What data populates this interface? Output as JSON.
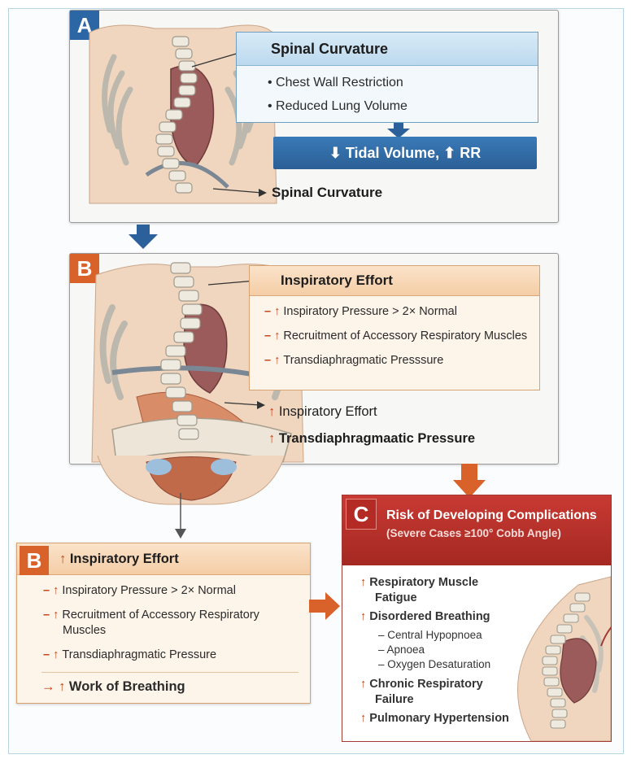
{
  "panel_a": {
    "tag": "A",
    "box_title": "Spinal Curvature",
    "bullets": [
      "Chest Wall Restriction",
      "Reduced Lung Volume"
    ],
    "result": "⬇ Tidal Volume, ⬆ RR",
    "side_label": "Spinal Curvature"
  },
  "panel_b": {
    "tag": "B",
    "box_title": "Inspiratory Effort",
    "bullets": [
      "Inspiratory Pressure > 2× Normal",
      "Recruitment of Accessory Respiratory Muscles",
      "Transdiaphragmatic  Presssure"
    ],
    "side_label_1": "Inspiratory Effort",
    "side_label_2": "Transdiaphragmaatic Pressure"
  },
  "panel_b2": {
    "tag": "B",
    "box_title": "Inspiratory Effort",
    "bullets": [
      "Inspiratory Pressure > 2× Normal",
      "Recruitment of Accessory Respiratory Muscles",
      "Transdiaphragmatic  Pressure"
    ],
    "footer": "Work of Breathing"
  },
  "panel_c": {
    "tag": "C",
    "title": "Risk of Developing Complications",
    "subtitle": "(Severe Cases ≥100° Cobb Angle)",
    "items": [
      "Respiratory Muscle Fatigue",
      "Disordered Breathing",
      "Chronic Respiratory Failure",
      "Pulmonary Hypertension"
    ],
    "sub_items": [
      "Central Hypopnoea",
      "Apnoea",
      "Oxygen Desaturation"
    ]
  },
  "colors": {
    "blue": "#2d66a4",
    "orange": "#d9622b",
    "red": "#b42a25",
    "arrow_up": "#c4461c"
  },
  "icons": [
    "torso-spine-illustration",
    "up-arrow-icon",
    "down-arrow-icon",
    "right-arrow-icon"
  ]
}
